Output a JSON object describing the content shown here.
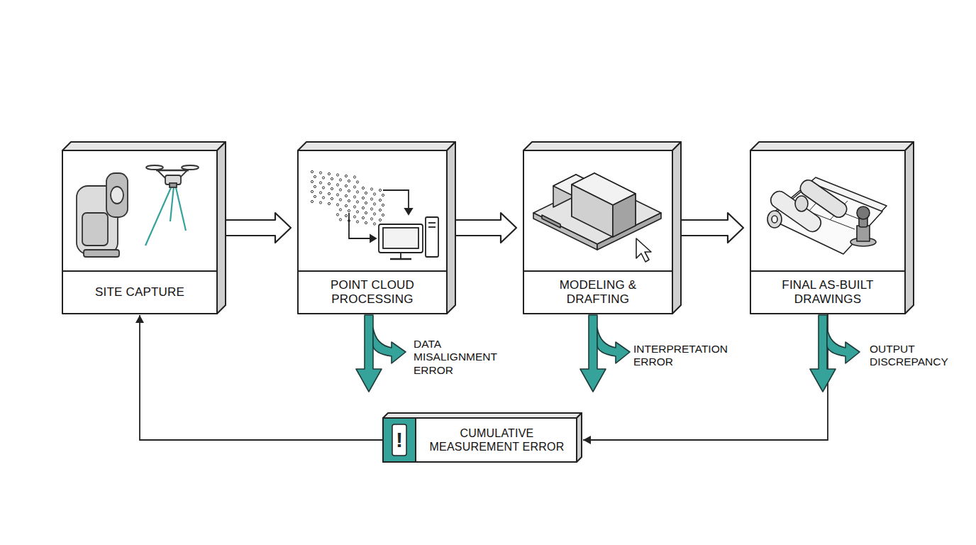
{
  "diagram": {
    "nodes": [
      {
        "text": [
          "SITE CAPTURE"
        ]
      },
      {
        "text": [
          "POINT CLOUD PROCESSING"
        ]
      },
      {
        "text": [
          "MODELING & DRAFTING"
        ]
      },
      {
        "text": [
          "FINAL AS-BUILT DRAWINGS"
        ]
      },
      {
        "text": [
          "CUMULATIVE MEASUREMENT ERROR"
        ]
      }
    ],
    "edges": [
      {
        "from": 0,
        "to": 1,
        "arrow": "to"
      },
      {
        "from": 1,
        "to": 2,
        "arrow": "to"
      },
      {
        "from": 2,
        "to": 3,
        "arrow": "to"
      },
      {
        "from": 3,
        "to": 4,
        "arrow": "to"
      },
      {
        "from": 4,
        "to": 0,
        "arrow": "to"
      }
    ],
    "labels": [
      "DATA MISALIGNMENT ERROR",
      "INTERPRETATION ERROR",
      "OUTPUT DISCREPANCY",
      "!"
    ]
  }
}
